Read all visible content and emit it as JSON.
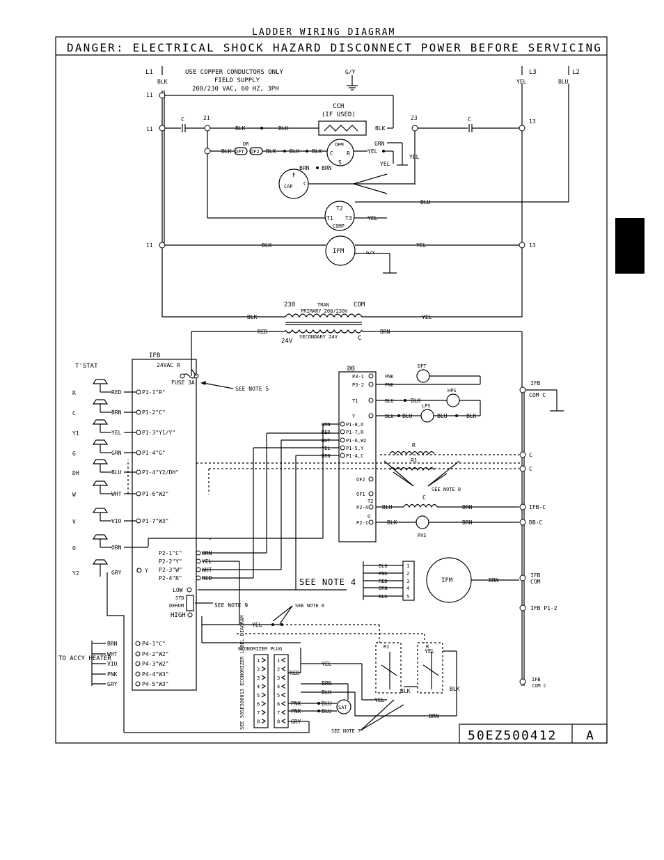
{
  "diagram": {
    "title": "LADDER WIRING DIAGRAM",
    "danger": "DANGER: ELECTRICAL SHOCK HAZARD DISCONNECT POWER BEFORE SERVICING",
    "drawing_number": "50EZ500412",
    "revision": "A",
    "supply": {
      "line1": "USE COPPER CONDUCTORS ONLY",
      "line2": "FIELD SUPPLY",
      "line3": "208/230 VAC, 60 HZ, 3PH"
    },
    "lines": {
      "l1": "L1",
      "l2": "L2",
      "l3": "L3",
      "gy": "G/Y"
    },
    "nodes": {
      "n11": "11",
      "n13": "13",
      "n21": "21",
      "n23": "23"
    },
    "components": {
      "cch": "CCH",
      "cch_note": "(IF USED)",
      "ofm": "OFM",
      "cap": "CAP",
      "comp": "COMP",
      "ifm": "IFM",
      "tran": "TRAN",
      "primary": "PRIMARY 208/230V",
      "secondary": "SECONDARY 24V",
      "ifb": "IFB",
      "db": "DB",
      "tstat": "T'STAT",
      "dft": "DFT",
      "hps": "HPS",
      "lps": "LPS",
      "rvs": "RVS",
      "sat": "SAT",
      "econ_plug": "ECONOMIZER PLUG",
      "econ_label": "SEE 50SE500013 ECONOMIZER LABEL DIAGRAM",
      "accy": "TO ACCY HEATER",
      "fuse": "FUSE 3A",
      "vac24": "24VAC R",
      "v230": "230",
      "com": "COM",
      "v24": "24V",
      "c": "C"
    },
    "notes": {
      "n4": "SEE NOTE 4",
      "n5": "SEE NOTE 5",
      "n6": "SEE NOTE 6",
      "n7": "SEE NOTE 7",
      "n8": "SEE NOTE 8",
      "n9": "SEE NOTE 9"
    },
    "tstat_terms": [
      "R",
      "C",
      "Y1",
      "G",
      "DH",
      "W",
      "V",
      "O",
      "Y2"
    ],
    "tstat_wires": [
      "RED",
      "BRN",
      "YEL",
      "GRN",
      "BLU",
      "WHT",
      "VIO",
      "ORN",
      "GRY"
    ],
    "ifb_p1": [
      "P1-1\"R\"",
      "P1-2\"C\"",
      "P1-3\"Y1/Y\"",
      "P1-4\"G\"",
      "P1-4\"Y2/DH\"",
      "P1-6\"W2\"",
      "P1-7\"W3\""
    ],
    "ifb_p2": [
      "P2-1\"C\"",
      "P2-2\"Y\"",
      "P2-3\"W\"",
      "P2-4\"R\""
    ],
    "ifb_p2_wires": [
      "BRN",
      "YEL",
      "WHT",
      "RED"
    ],
    "ifb_misc": {
      "o": "O",
      "y": "Y",
      "low": "LOW",
      "std": "STD",
      "dehum": "DEHUM",
      "high": "HIGH"
    },
    "p4": [
      "P4-1\"C\"",
      "P4-2\"W2\"",
      "P4-3\"W2\"",
      "P4-4\"W3\"",
      "P4-5\"W3\""
    ],
    "p4_wires": [
      "BRN",
      "WHT",
      "VIO",
      "PNK",
      "GRY"
    ],
    "db_top": [
      "P3-1",
      "P3-2",
      "T1",
      "Y"
    ],
    "db_top_wires": [
      "PNK",
      "PNK",
      "BLU",
      "BLU"
    ],
    "db_p1": [
      "P1-8,O",
      "P1-7,R",
      "P1-6,W2",
      "P1-5,Y",
      "P1-4,C"
    ],
    "db_p1_wires": [
      "ORN",
      "RED",
      "WHT",
      "YEL",
      "BRN"
    ],
    "db_lower": [
      "OF2",
      "OF1",
      "P2-4",
      "P2-1"
    ],
    "db_lower_top": [
      "",
      "",
      "T2",
      "O"
    ],
    "right_labels": [
      "IFB",
      "COM C",
      "C",
      "C",
      "IFB-C",
      "DB-C",
      "IFB",
      "COM",
      "IFB P1-2",
      "IFB",
      "COM C"
    ],
    "ifm_wires": [
      "BLU",
      "PNK",
      "RED",
      "ORN",
      "BLK"
    ],
    "ifm_pins": [
      "1",
      "2",
      "3",
      "4",
      "5"
    ],
    "wire": {
      "blk": "BLK",
      "yel": "YEL",
      "blu": "BLU",
      "brn": "BRN",
      "grn": "GRN",
      "red": "RED",
      "gy": "G/Y",
      "gry": "GRY",
      "pnk": "PNK"
    },
    "misc": {
      "dr": "DR",
      "dft": "DFT",
      "dfz": "DF2",
      "f": "F",
      "cc": "C",
      "r": "R",
      "s": "S",
      "t1": "T1",
      "t2": "T2",
      "t3": "T3",
      "rr": "R",
      "r1": "R1",
      "cc2": "C",
      "r2": "R",
      "r1b": "R1"
    }
  }
}
